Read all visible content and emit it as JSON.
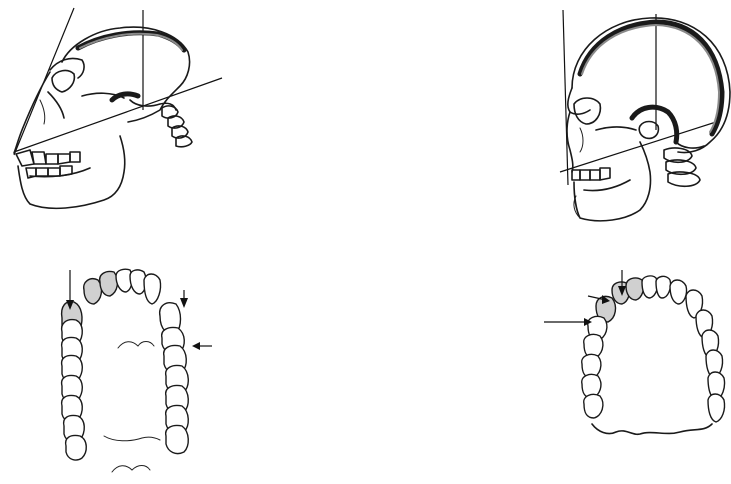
{
  "figure": {
    "panels": [
      {
        "id": "ape-skull-lateral",
        "icon": "ape-skull-profile"
      },
      {
        "id": "human-skull-lateral",
        "icon": "human-skull-profile"
      },
      {
        "id": "ape-dental-arcade",
        "icon": "u-shaped-tooth-row"
      },
      {
        "id": "human-dental-arcade",
        "icon": "parabolic-tooth-row"
      }
    ],
    "colors": {
      "ink": "#1a1a1a",
      "shade": "#d0d0d0",
      "background": "#ffffff"
    }
  }
}
